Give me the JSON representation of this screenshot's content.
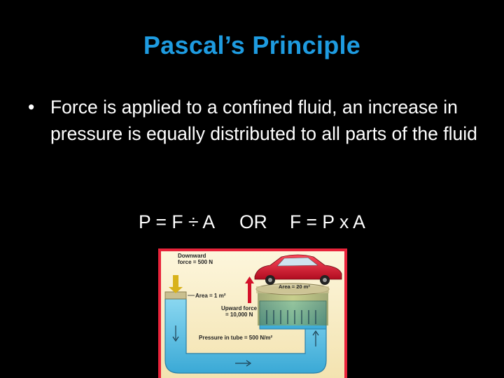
{
  "slide": {
    "title": "Pascal’s Principle",
    "bullet_symbol": "•",
    "bullet_text": "Force is applied to a confined fluid, an increase in pressure is equally distributed to all parts of the fluid",
    "formula_left": "P = F ÷ A",
    "formula_or": "OR",
    "formula_right": "F = P x A"
  },
  "figure": {
    "downward_force_label_1": "Downward",
    "downward_force_label_2": "force = 500 N",
    "small_area_label": "Area = 1 m²",
    "large_area_label": "Area = 20 m²",
    "upward_force_label_1": "Upward force",
    "upward_force_label_2": "= 10,000 N",
    "pressure_label": "Pressure in tube = 500 N/m²"
  },
  "colors": {
    "title": "#1e9be0",
    "frame": "#e8233a",
    "fluid": "#5fc3e6",
    "car": "#d4112a"
  }
}
